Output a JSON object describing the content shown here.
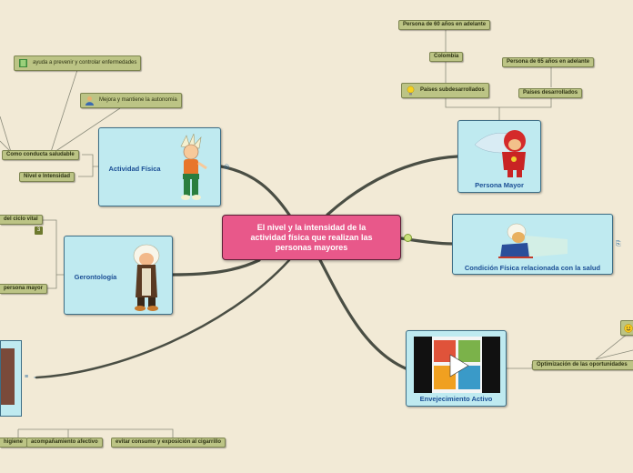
{
  "central": {
    "text": "El nivel y la intensidad de la actividad física que realizan las personas mayores"
  },
  "nodes": {
    "actividad_fisica": "Actividad Física",
    "gerontologia": "Gerontología",
    "persona_mayor": "Persona Mayor",
    "condicion_fisica": "Condición Física relacionada con la salud",
    "envejecimiento_activo": "Envejecimiento Activo"
  },
  "tags": {
    "ayuda_prevenir": "ayuda a prevenir y controlar enfermedades",
    "mejora_autonomia": "Mejora y mantiene la autonomía",
    "como_conducta": "Como conducta saludable",
    "nivel_intensidad": "Nivel e Intensidad",
    "ciclo_vital": "del ciclo vital",
    "persona_mayor_frag": "persona mayor",
    "higiene": "higiene",
    "acompanamiento": "acompañamiento afectivo",
    "evitar_cigarrillo": "evitar consumo y exposición al cigarrillo",
    "persona_60": "Persona de 60 años en adelante",
    "colombia": "Colombia",
    "persona_65": "Persona de 65 años en adelante",
    "paises_subdesarrollados": "Países subdesarrollados",
    "paises_desarrollados": "Países desarrollados",
    "optimizacion": "Optimización de las oportunidades"
  },
  "badges": {
    "ciclo_vital_count": "3"
  },
  "icons": {
    "ayuda_prevenir": "book-icon",
    "mejora_autonomia": "person-icon",
    "paises_subdesarrollados": "lightbulb-icon",
    "optimizacion": "smiley-icon"
  },
  "colors": {
    "background": "#f2ead6",
    "central": "#e8588a",
    "node_fill": "#bfeaf0",
    "node_title": "#1b4f95",
    "tag_fill": "#bcc485",
    "branch": "#4a4e44"
  }
}
